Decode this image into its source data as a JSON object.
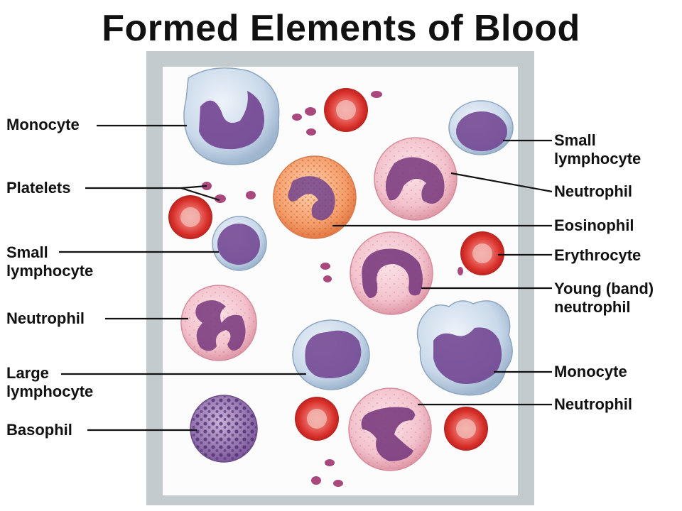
{
  "title": "Formed Elements of Blood",
  "left_labels": {
    "monocyte": "Monocyte",
    "platelets": "Platelets",
    "small_lymphocyte_1": "Small",
    "small_lymphocyte_2": "lymphocyte",
    "neutrophil": "Neutrophil",
    "large_lymphocyte_1": "Large",
    "large_lymphocyte_2": "lymphocyte",
    "basophil": "Basophil"
  },
  "right_labels": {
    "small_lymphocyte_1": "Small",
    "small_lymphocyte_2": "lymphocyte",
    "neutrophil_top": "Neutrophil",
    "eosinophil": "Eosinophil",
    "erythrocyte": "Erythrocyte",
    "band_neutrophil_1": "Young (band)",
    "band_neutrophil_2": "neutrophil",
    "monocyte": "Monocyte",
    "neutrophil_bottom": "Neutrophil"
  },
  "colors": {
    "frame": "#c4cbce",
    "erythrocyte": "#d9302b",
    "nucleus": "#6e3f8e",
    "neutrophil_cytoplasm": "#f3c3cd",
    "lymphocyte_cytoplasm": "#c9d9ea",
    "eosinophil_cytoplasm": "#f4a06d",
    "platelet": "#a8487c"
  }
}
